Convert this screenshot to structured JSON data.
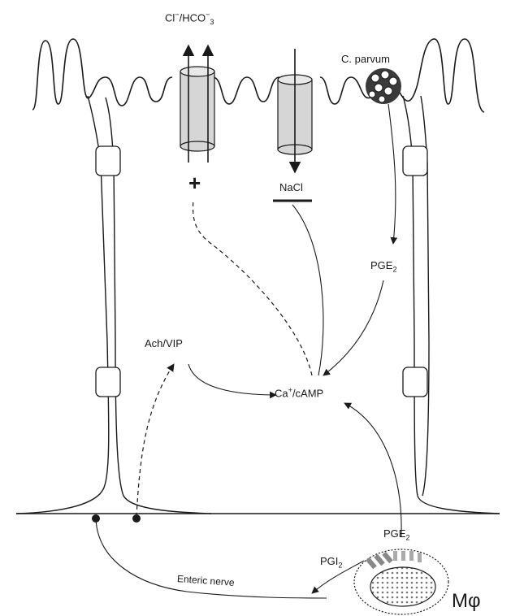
{
  "labels": {
    "cl_hco3_main": "Cl",
    "cl_hco3_sup1": "−",
    "cl_hco3_mid": "/HCO",
    "cl_hco3_sup2": "−",
    "cl_hco3_sub": "3",
    "c_parvum": "C. parvum",
    "nacl": "NaCl",
    "plus_sign": "+",
    "pge2_top_main": "PGE",
    "pge2_top_sub": "2",
    "ach_vip": "Ach/VIP",
    "ca_main": "Ca",
    "ca_sup": "+",
    "ca_rest": "/cAMP",
    "pge2_bottom_main": "PGE",
    "pge2_bottom_sub": "2",
    "pgi2_main": "PGI",
    "pgi2_sub": "2",
    "enteric_nerve": "Enteric nerve",
    "macrophage": "Mφ"
  },
  "colors": {
    "line": "#1a1a1a",
    "channel_fill": "#d6d6d6",
    "junction_fill": "#ffffff",
    "nucleus_fill": "#c8c8c8"
  }
}
